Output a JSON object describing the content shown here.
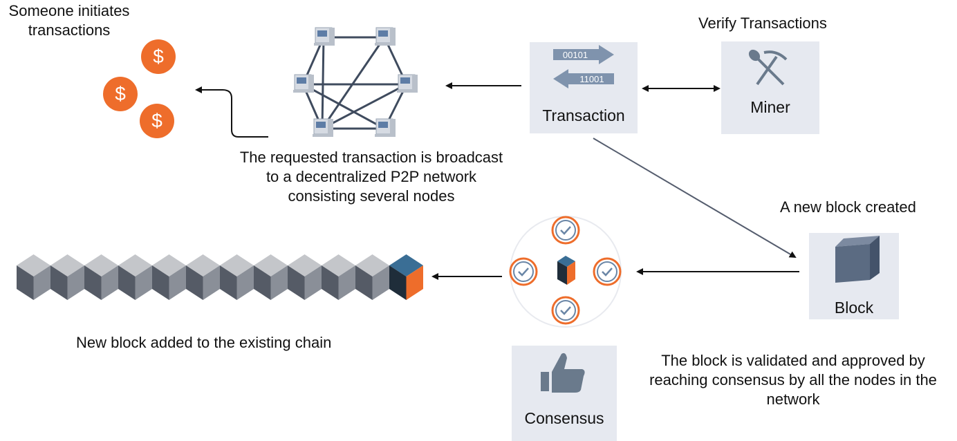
{
  "labels": {
    "initiates": [
      "Someone initiates",
      "transactions"
    ],
    "verify": "Verify Transactions",
    "broadcast": [
      "The requested transaction is broadcast",
      "to a decentralized P2P network",
      "consisting several nodes"
    ],
    "new_block_created": "A new block created",
    "chain_added": "New block added to the existing chain",
    "validated": [
      "The block is validated and approved by",
      "reaching consensus by all the nodes in the",
      "network"
    ]
  },
  "boxes": {
    "transaction": {
      "label": "Transaction",
      "bits_top": "00101",
      "bits_bottom": "11001"
    },
    "miner": {
      "label": "Miner"
    },
    "block": {
      "label": "Block"
    },
    "consensus": {
      "label": "Consensus"
    }
  },
  "icons": {
    "dollar_symbol": "$",
    "coin_count": 3,
    "p2p_node_count": 6,
    "chain_block_count": 12
  },
  "colors": {
    "orange": "#ee6d2b",
    "box_bg": "#e6e9f0",
    "cube_dark": "#555b66",
    "cube_mid": "#8a8f98",
    "cube_light": "#c4c6ca",
    "check_blue": "#6a86a6",
    "arrow_gray": "#7f93ad"
  }
}
